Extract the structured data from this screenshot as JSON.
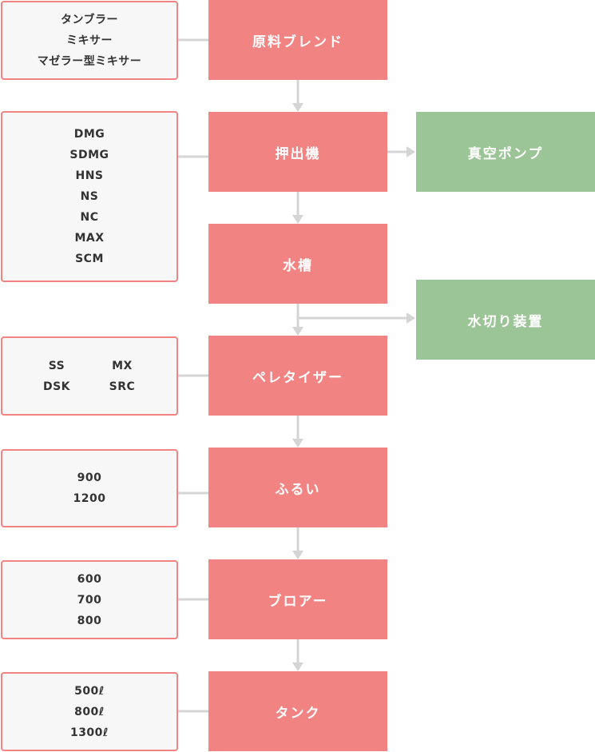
{
  "colors": {
    "step": "#f28383",
    "side": "#9cc597",
    "note_border": "#f28383",
    "note_bg": "#f7f7f7",
    "connector": "#d5d5d5"
  },
  "steps": [
    {
      "label": "原料ブレンド",
      "equipment": [
        "タンブラー",
        "ミキサー",
        "マゼラー型ミキサー"
      ]
    },
    {
      "label": "押出機",
      "equipment": [
        "DMG",
        "SDMG",
        "HNS",
        "NS",
        "NC",
        "MAX",
        "SCM"
      ],
      "side": "真空ポンプ"
    },
    {
      "label": "水槽",
      "side": "水切り装置"
    },
    {
      "label": "ペレタイザー",
      "equipment": [
        "SS",
        "MX",
        "DSK",
        "SRC"
      ]
    },
    {
      "label": "ふるい",
      "equipment": [
        "900",
        "1200"
      ]
    },
    {
      "label": "ブロアー",
      "equipment": [
        "600",
        "700",
        "800"
      ]
    },
    {
      "label": "タンク",
      "equipment": [
        "500ℓ",
        "800ℓ",
        "1300ℓ"
      ]
    }
  ]
}
